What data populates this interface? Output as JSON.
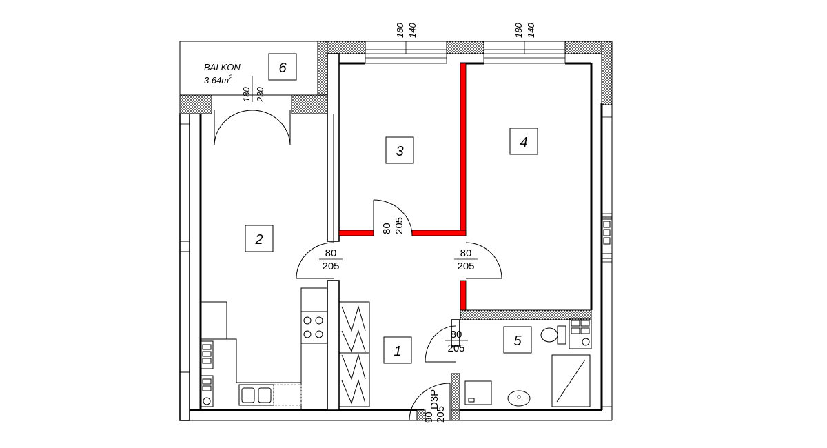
{
  "rooms": [
    {
      "id": "1",
      "label": "1"
    },
    {
      "id": "2",
      "label": "2"
    },
    {
      "id": "3",
      "label": "3"
    },
    {
      "id": "4",
      "label": "4"
    },
    {
      "id": "5",
      "label": "5"
    },
    {
      "id": "6",
      "label": "6"
    }
  ],
  "balcony": {
    "name": "BALKON",
    "area": "3.64m",
    "area_sup": "2"
  },
  "doors": {
    "d_room3": {
      "w": "80",
      "h": "205"
    },
    "d_room2": {
      "w": "80",
      "h": "205"
    },
    "d_room4": {
      "w": "80",
      "h": "205"
    },
    "d_bath": {
      "w": "80",
      "h": "205"
    },
    "d_entry": {
      "type": "D3P",
      "w": "90",
      "h": "205"
    },
    "d_balcony": {
      "w": "180",
      "h": "230"
    }
  },
  "windows": {
    "w_room3": {
      "w": "180",
      "h": "140"
    },
    "w_room4": {
      "w": "180",
      "h": "140"
    }
  },
  "colors": {
    "new_wall": "#ff0000",
    "line": "#000000",
    "fixture_dashed": "#9a9a9a"
  }
}
